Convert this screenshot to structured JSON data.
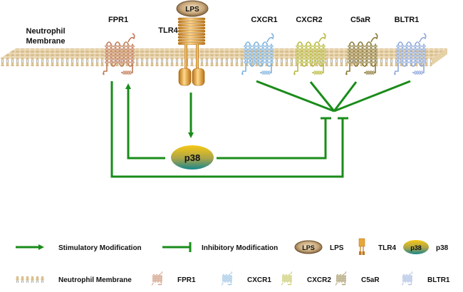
{
  "diagram": {
    "membrane_label_line1": "Neutrophil",
    "membrane_label_line2": "Membrane",
    "receptors": [
      {
        "id": "fpr1",
        "label": "FPR1",
        "color": "#c07a55"
      },
      {
        "id": "cxcr1",
        "label": "CXCR1",
        "color": "#7fb3de"
      },
      {
        "id": "cxcr2",
        "label": "CXCR2",
        "color": "#b8ba3e"
      },
      {
        "id": "c5ar",
        "label": "C5aR",
        "color": "#8c7a3a"
      },
      {
        "id": "bltr1",
        "label": "BLTR1",
        "color": "#8fa9d9"
      }
    ],
    "tlr4_label": "TLR4",
    "lps_label": "LPS",
    "p38_label": "p38",
    "colors": {
      "arrow": "#1a8c1a",
      "membrane": "#e0c89a",
      "lps": "#8a6a3e",
      "tlr4": "#e8a63a",
      "p38_top": "#f5c518",
      "p38_bottom": "#1e8a8a"
    },
    "edges": [
      {
        "from": "TLR4",
        "to": "p38",
        "type": "stimulatory"
      },
      {
        "from": "p38",
        "to": "FPR1",
        "type": "stimulatory"
      },
      {
        "from": "p38",
        "to": "CXCR1/CXCR2/C5aR/BLTR1",
        "type": "inhibitory"
      },
      {
        "from": "FPR1",
        "to": "CXCR1/CXCR2/C5aR/BLTR1",
        "type": "inhibitory"
      }
    ]
  },
  "legend": {
    "stimulatory": "Stimulatory Modification",
    "inhibitory": "Inhibitory Modification",
    "lps_icon_text": "LPS",
    "lps": "LPS",
    "tlr4": "TLR4",
    "p38_icon_text": "p38",
    "p38": "p38",
    "membrane": "Neutrophil Membrane",
    "fpr1": "FPR1",
    "cxcr1": "CXCR1",
    "cxcr2": "CXCR2",
    "c5ar": "C5aR",
    "bltr1": "BLTR1"
  }
}
